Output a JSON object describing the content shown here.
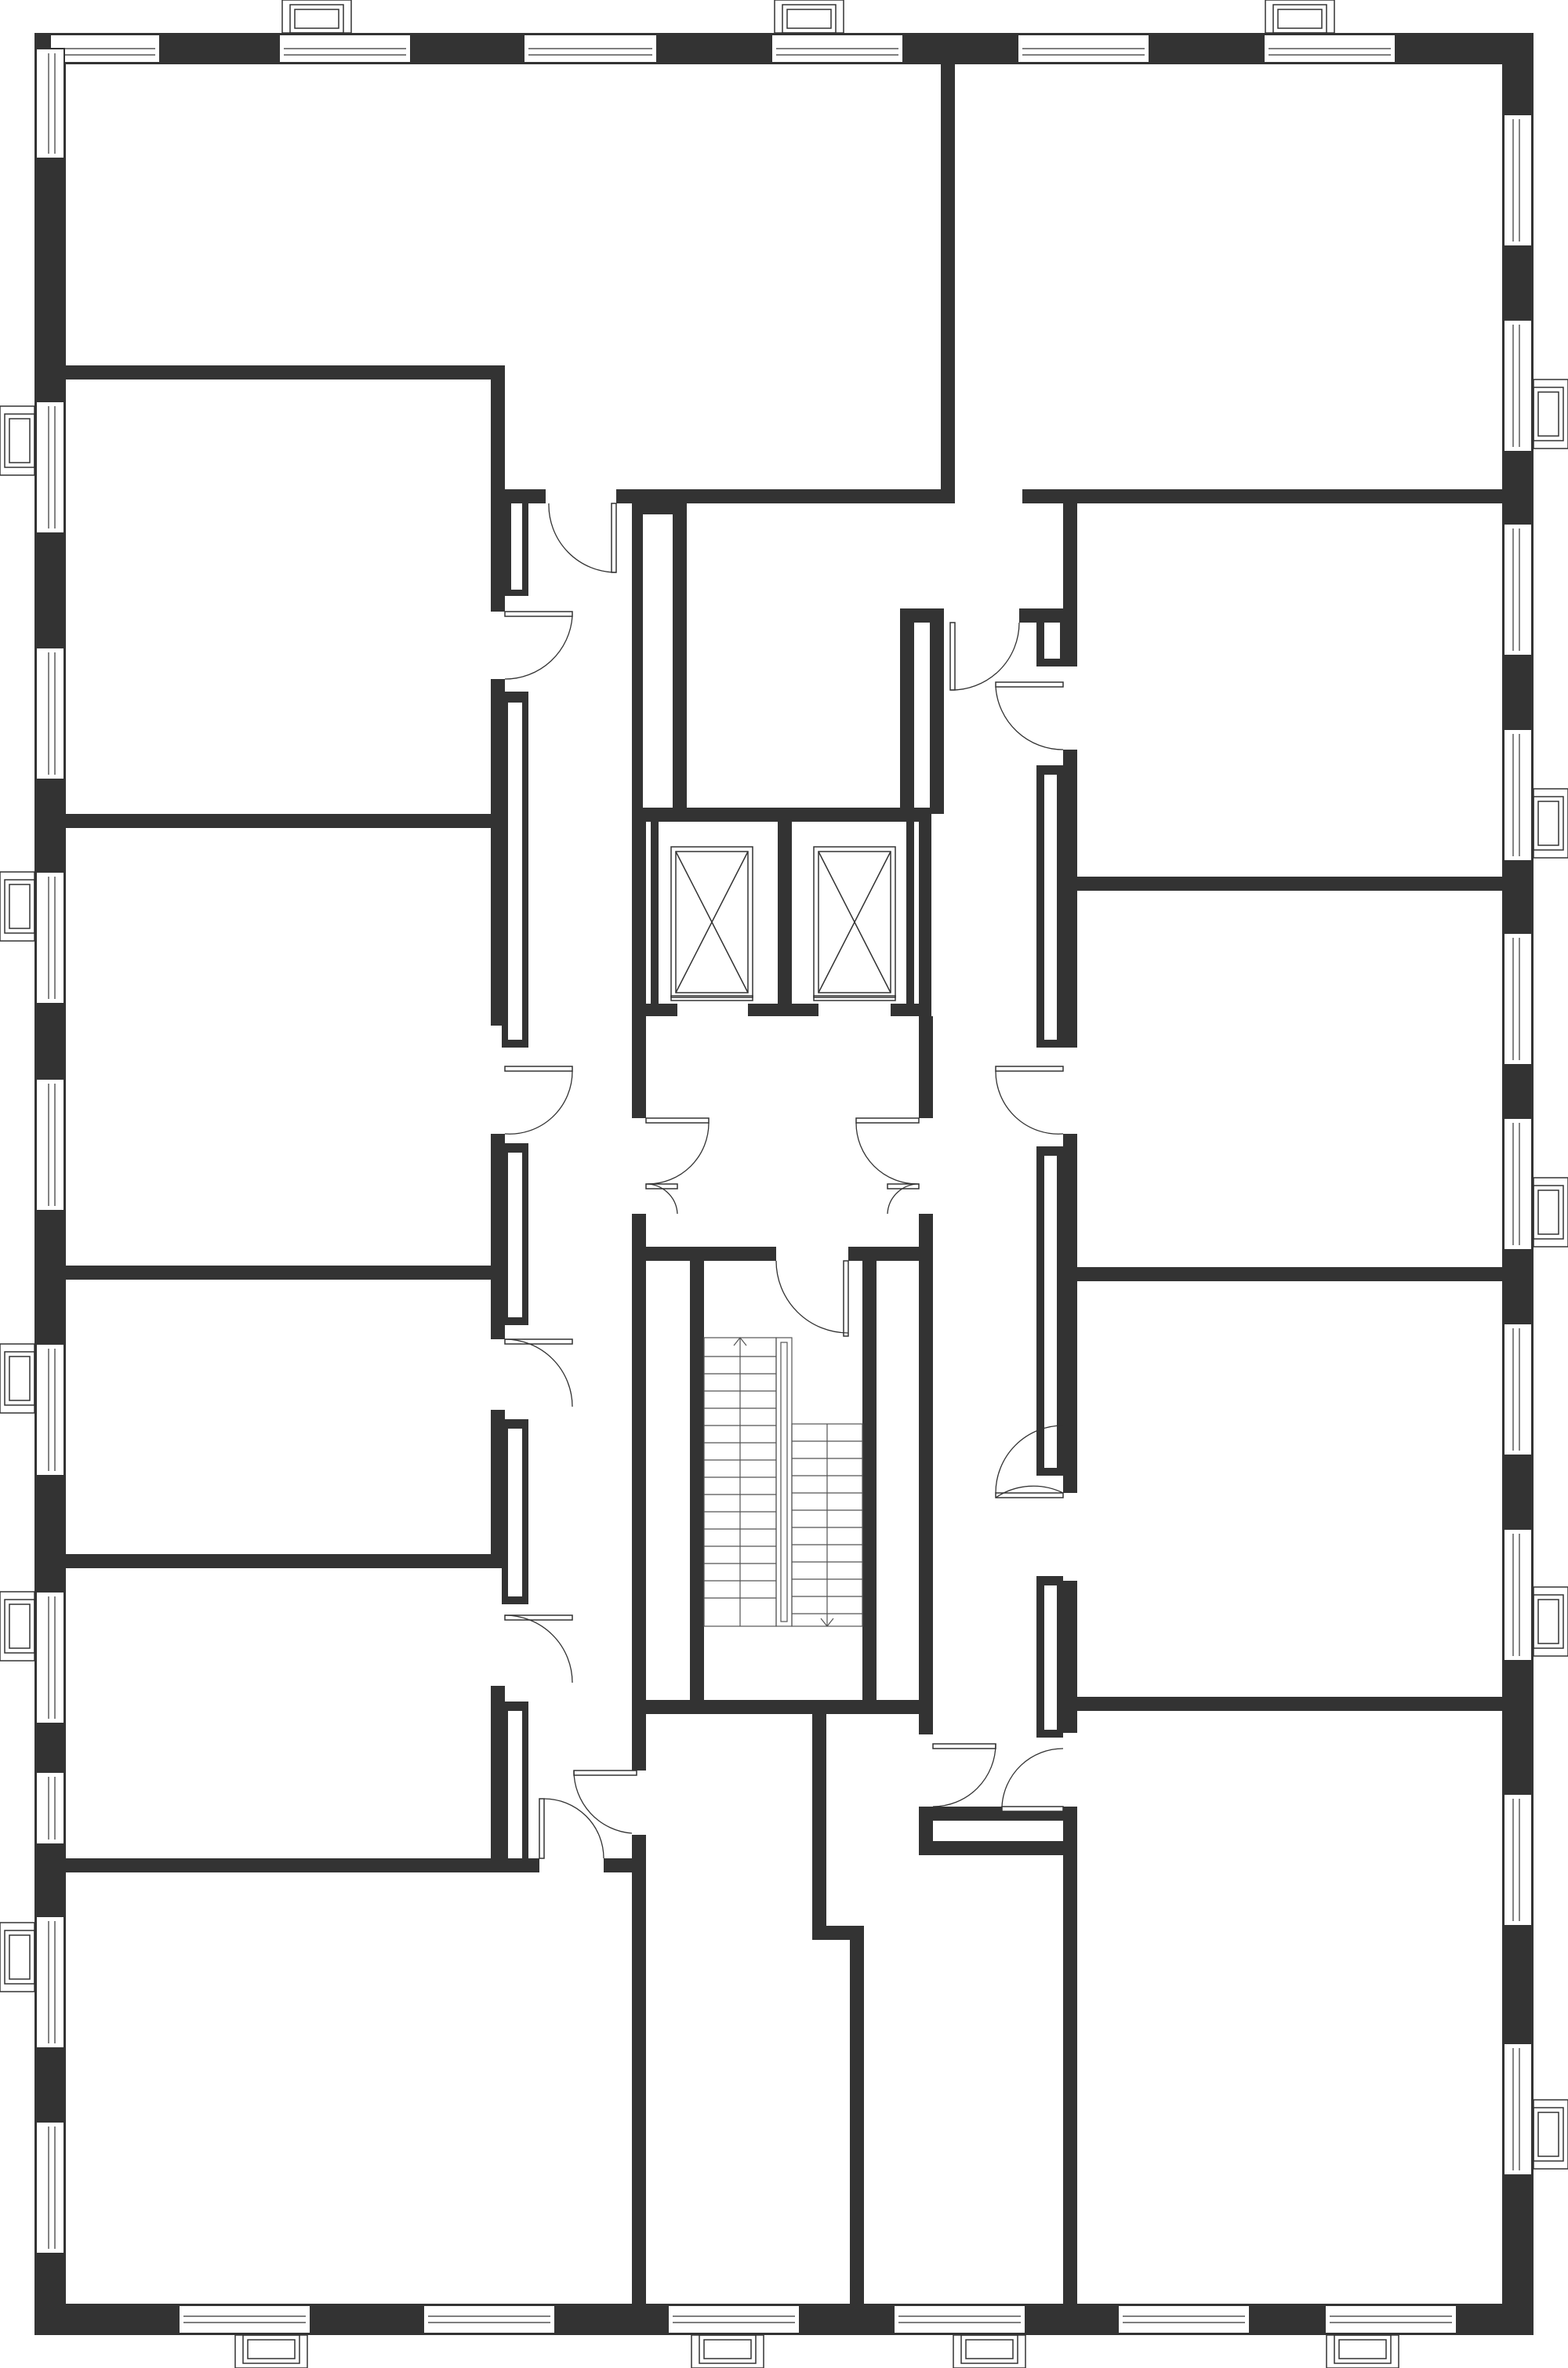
{
  "title": "",
  "colors": {
    "wall": "#333333",
    "background": "#ffffff",
    "line": "#333333"
  },
  "elements": {
    "apartments": 10,
    "elevators": 2,
    "staircases": 1,
    "doors": 22,
    "windows": 33,
    "balconies": 18
  }
}
